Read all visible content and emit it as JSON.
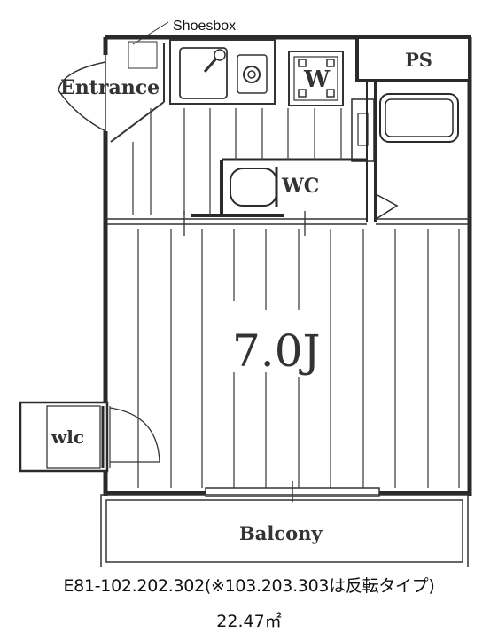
{
  "labels": {
    "shoesbox": "Shoesbox",
    "entrance": "Entrance",
    "ps": "PS",
    "washer": "W",
    "wc": "WC",
    "room": "7.0J",
    "wic": "wlc",
    "balcony": "Balcony"
  },
  "caption": {
    "code": "E81-102.202.302(※103.203.303は反転タイプ)",
    "area": "22.47㎡"
  },
  "colors": {
    "wall": "#2a2a2a",
    "line": "#444444",
    "fill": "#ffffff"
  }
}
